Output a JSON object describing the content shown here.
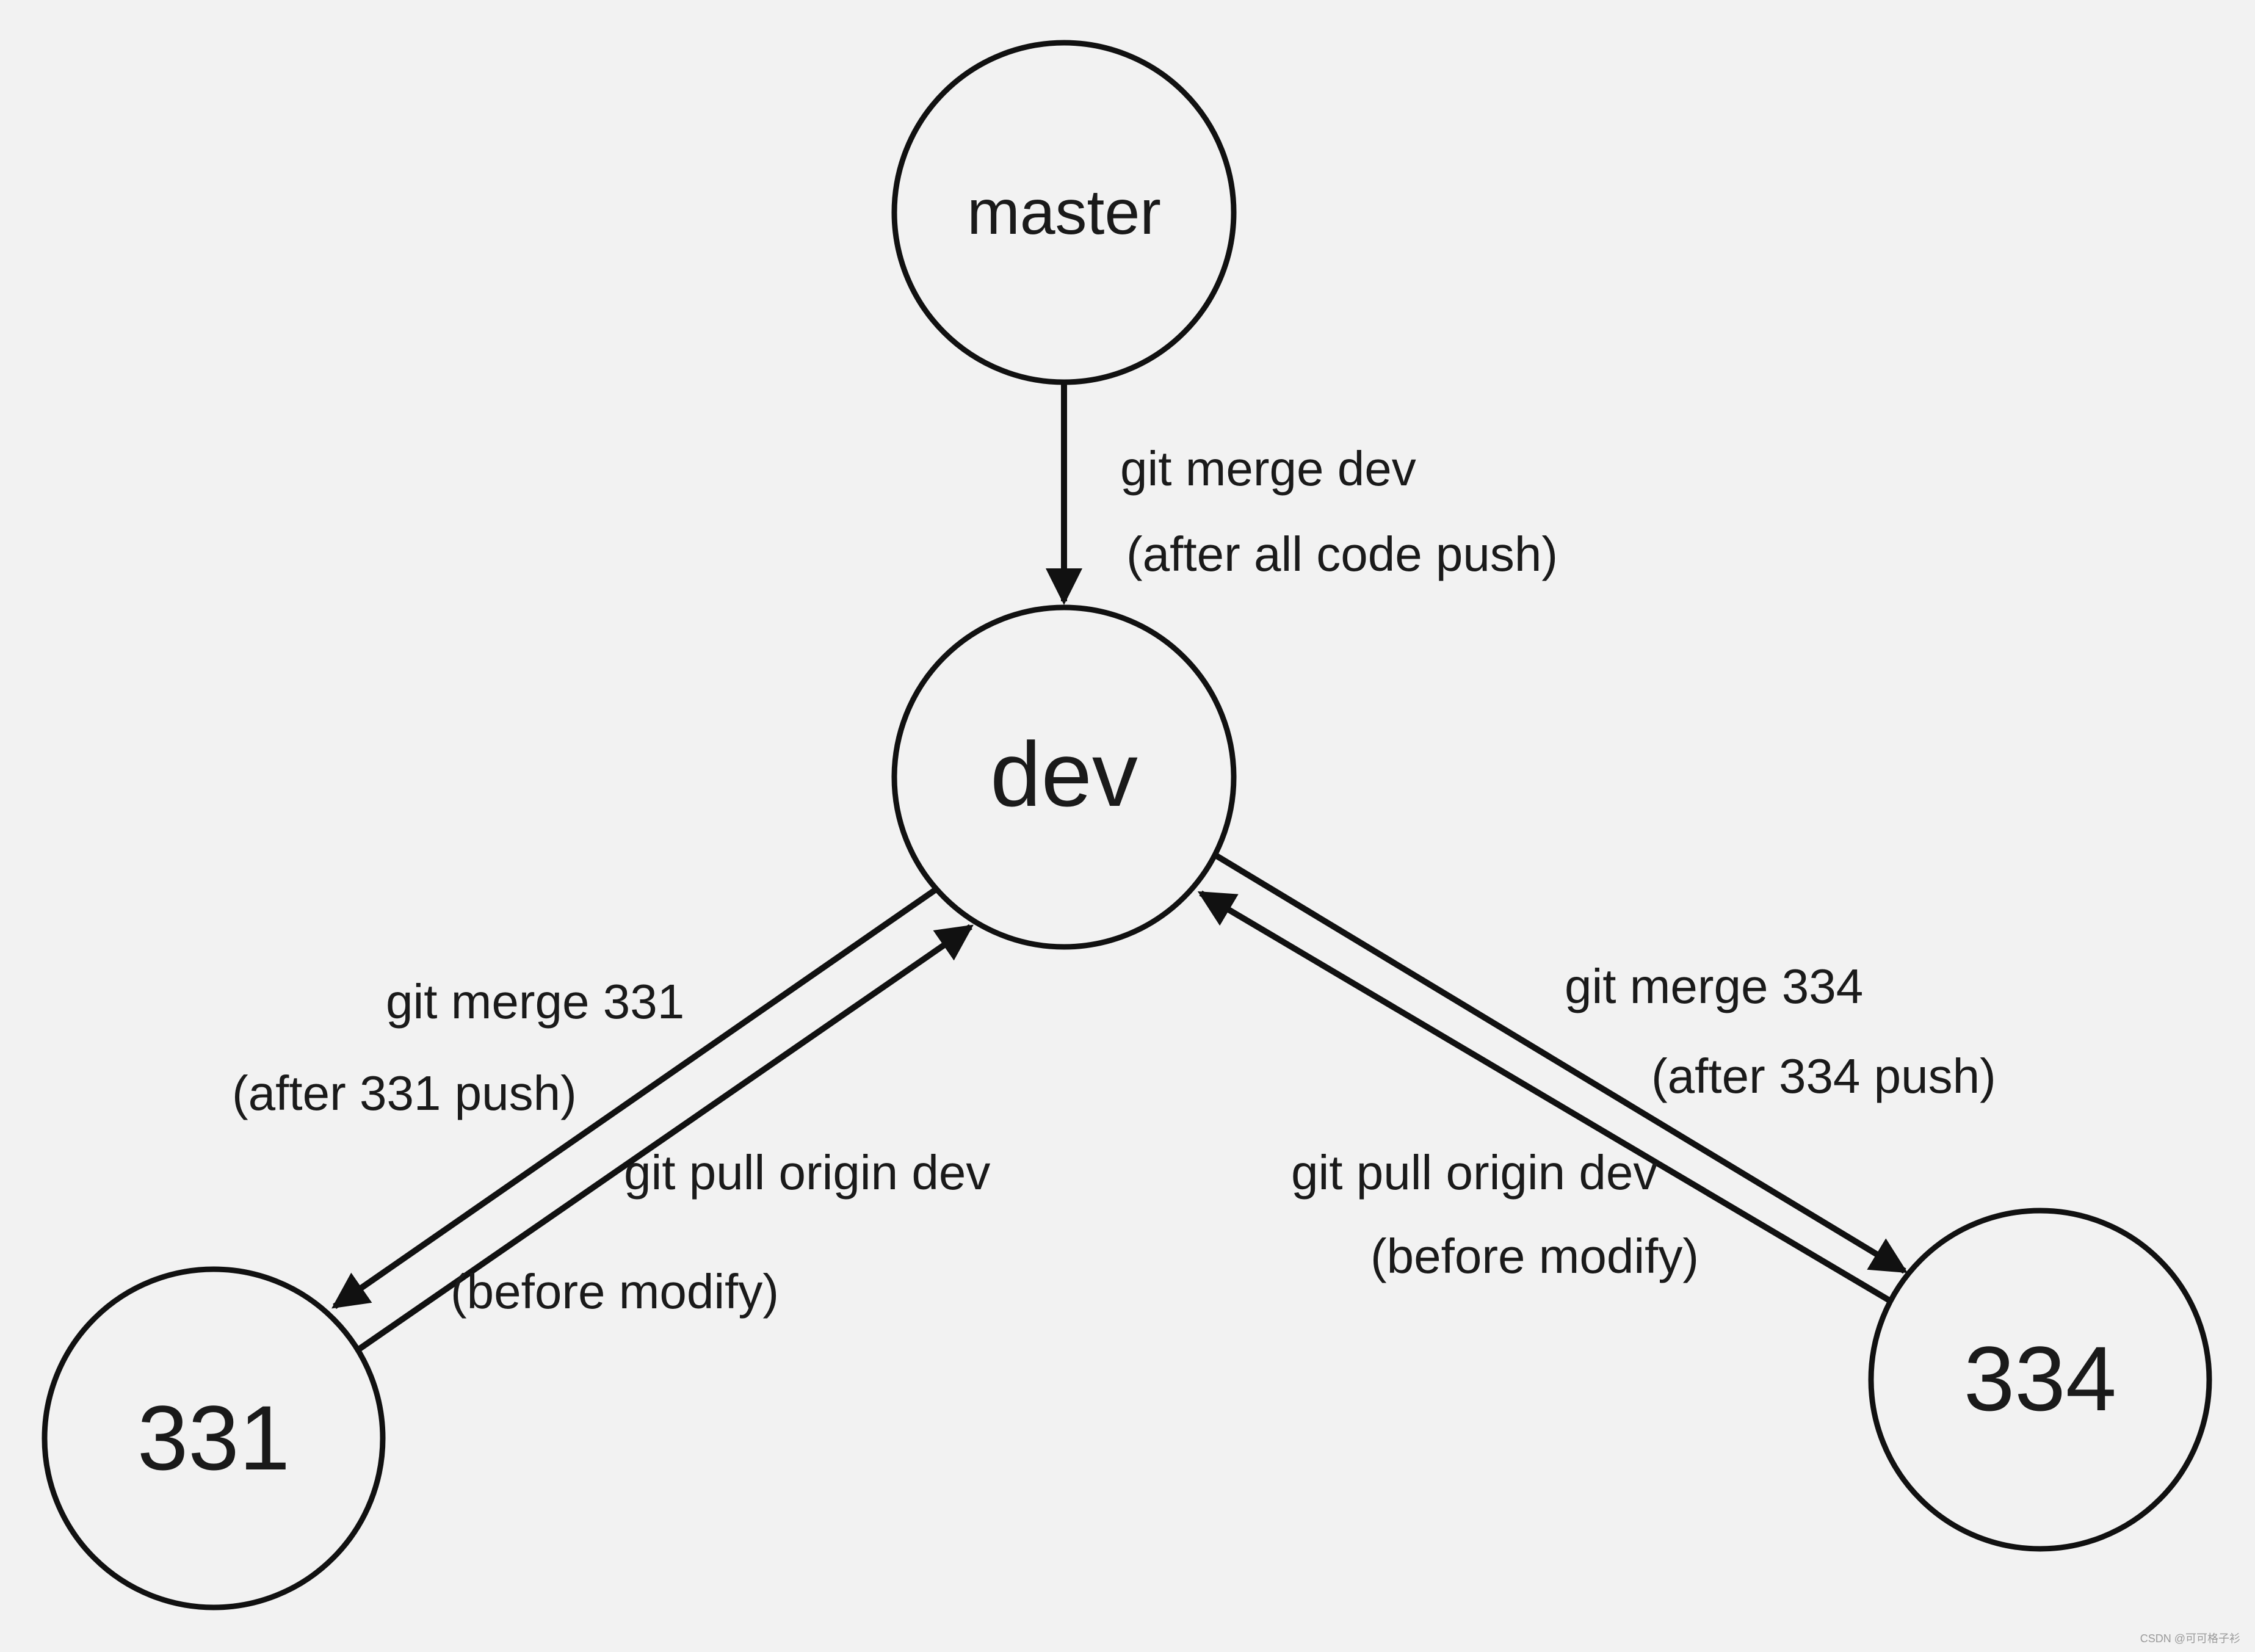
{
  "diagram": {
    "nodes": [
      {
        "id": "master",
        "label": "master"
      },
      {
        "id": "dev",
        "label": "dev"
      },
      {
        "id": "331",
        "label": "331"
      },
      {
        "id": "334",
        "label": "334"
      }
    ],
    "edges": [
      {
        "from": "master",
        "to": "dev",
        "label_line1": "git merge dev",
        "label_line2": "(after all code push)"
      },
      {
        "from": "dev",
        "to": "331",
        "label_line1": "git merge 331",
        "label_line2": "(after 331 push)"
      },
      {
        "from": "331",
        "to": "dev",
        "label_line1": "git pull origin dev",
        "label_line2": "(before modify)"
      },
      {
        "from": "dev",
        "to": "334",
        "label_line1": "git merge 334",
        "label_line2": "(after 334 push)"
      },
      {
        "from": "334",
        "to": "dev",
        "label_line1": "git pull origin dev",
        "label_line2": "(before modify)"
      }
    ],
    "watermark": "CSDN @可可格子衫"
  }
}
